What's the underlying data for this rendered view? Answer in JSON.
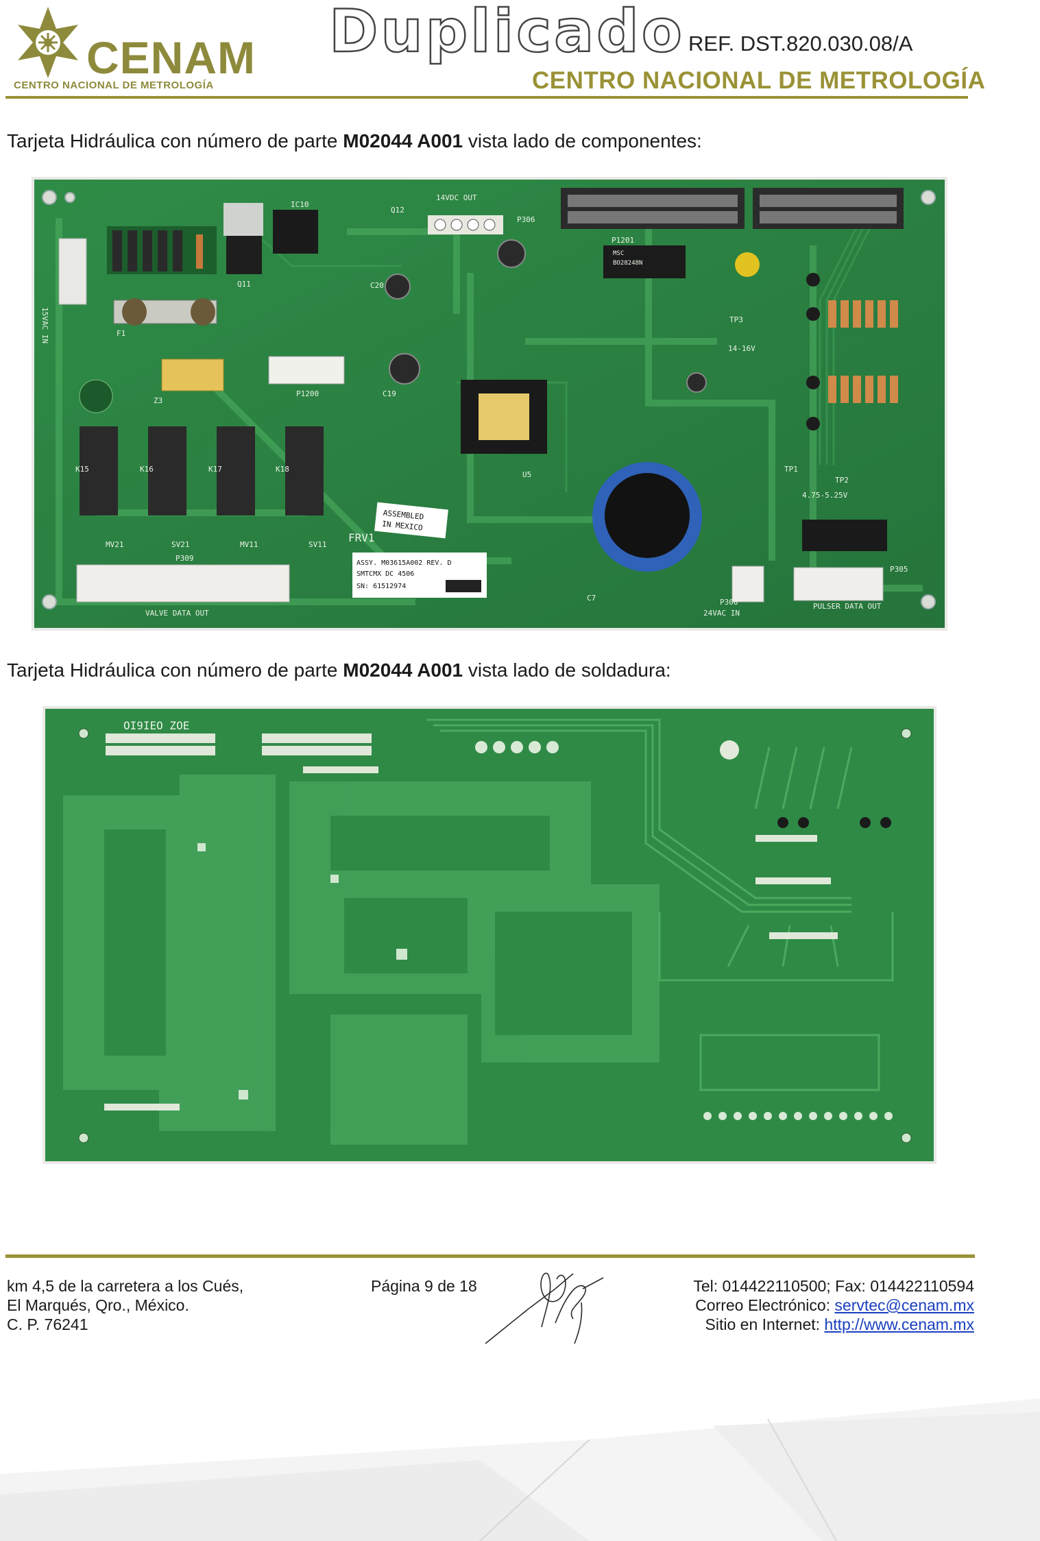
{
  "header": {
    "logo_text": "CENAM",
    "logo_subtitle": "CENTRO NACIONAL DE METROLOGÍA",
    "stamp": "Duplicado",
    "reference": "REF. DST.820.030.08/A",
    "institution": "CENTRO NACIONAL DE METROLOGÍA"
  },
  "captions": [
    {
      "prefix": "Tarjeta Hidráulica con número de parte ",
      "part": "M02044 A001",
      "suffix": " vista lado de componentes:"
    },
    {
      "prefix": "Tarjeta Hidráulica con número de parte ",
      "part": "M02044 A001",
      "suffix": " vista lado de soldadura:"
    }
  ],
  "photo1": {
    "labels": {
      "out14": "14VDC OUT",
      "p306": "P306",
      "p1201": "P1201",
      "ic10": "IC10",
      "q12": "Q12",
      "q11": "Q11",
      "f1": "F1",
      "z3": "Z3",
      "p1200": "P1200",
      "c19": "C19",
      "c20": "C20",
      "u5": "U5",
      "c7": "C7",
      "tp3": "TP3",
      "v1416": "14-16V",
      "tp1": "TP1",
      "tp2": "TP2",
      "v475": "4.75-5.25V",
      "k15": "K15",
      "k16": "K16",
      "k17": "K17",
      "k18": "K18",
      "mv21": "MV21",
      "sv21": "SV21",
      "mv11": "MV11",
      "sv11": "SV11",
      "p309": "P309",
      "valve": "VALVE DATA OUT",
      "p308": "P308",
      "vac24": "24VAC IN",
      "p305": "P305",
      "pulser": "PULSER DATA OUT",
      "assembled1": "ASSEMBLED",
      "assembled2": "IN MEXICO",
      "assy": "ASSY. M03615A002   REV. D",
      "smt": "SMTCMX           DC 4506",
      "sn": "SN: 61512974",
      "frv": "FRV1",
      "chip_msc": "MSC",
      "chip_code": "BO28248N",
      "vac_in": "15VAC IN"
    }
  },
  "photo2": {
    "labels": {
      "code": "OI9IEO  ZOE"
    }
  },
  "footer": {
    "address": [
      "km 4,5 de la carretera a los Cués,",
      "El Marqués, Qro., México.",
      "C. P. 76241"
    ],
    "page": "Página 9 de 18",
    "tel": "Tel: 014422110500; Fax: 014422110594",
    "email_label": "Correo Electrónico: ",
    "email": "servtec@cenam.mx",
    "web_label": "Sitio en Internet: ",
    "web": "http://www.cenam.mx"
  },
  "colors": {
    "brand_olive": "#9a9236",
    "pcb_green": "#2f8a46",
    "pcb_dark": "#1f6b33",
    "trace": "#4fb063",
    "link_blue": "#1a3fbf"
  }
}
